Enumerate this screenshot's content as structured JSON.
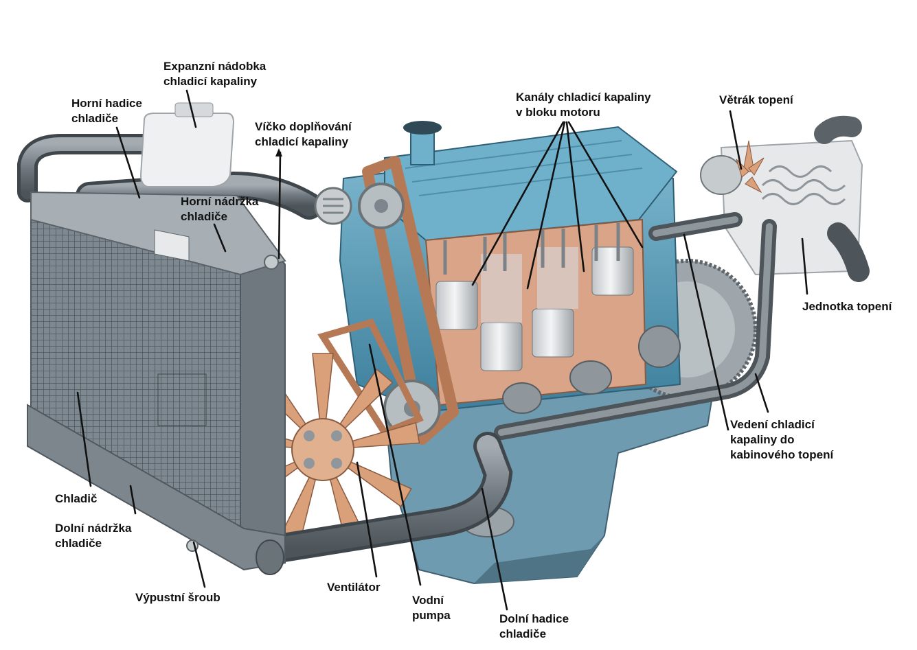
{
  "labels": {
    "expansion_tank": [
      "Expanzní nádobka",
      "chladicí kapaliny"
    ],
    "upper_hose": [
      "Horní hadice",
      "chladiče"
    ],
    "filler_cap": [
      "Víčko doplňování",
      "chladicí kapaliny"
    ],
    "upper_tank": [
      "Horní nádržka",
      "chladiče"
    ],
    "coolant_channels": [
      "Kanály chladicí kapaliny",
      "v bloku motoru"
    ],
    "heater_fan": [
      "Větrák topení"
    ],
    "heater_unit": [
      "Jednotka topení"
    ],
    "heater_pipe": [
      "Vedení chladicí",
      "kapaliny do",
      "kabinového topení"
    ],
    "radiator": [
      "Chladič"
    ],
    "lower_tank": [
      "Dolní nádržka",
      "chladiče"
    ],
    "drain_plug": [
      "Výpustní šroub"
    ],
    "fan": [
      "Ventilátor"
    ],
    "water_pump": [
      "Vodní",
      "pumpa"
    ],
    "lower_hose": [
      "Dolní hadice",
      "chladiče"
    ]
  },
  "colors": {
    "engine_blue": "#5d9db8",
    "radiator_grey": "#8a9299",
    "hose_grey": "#7d868c",
    "belt_brown": "#b57a55",
    "fan_tan": "#d9a07a",
    "label_text": "#111111"
  }
}
